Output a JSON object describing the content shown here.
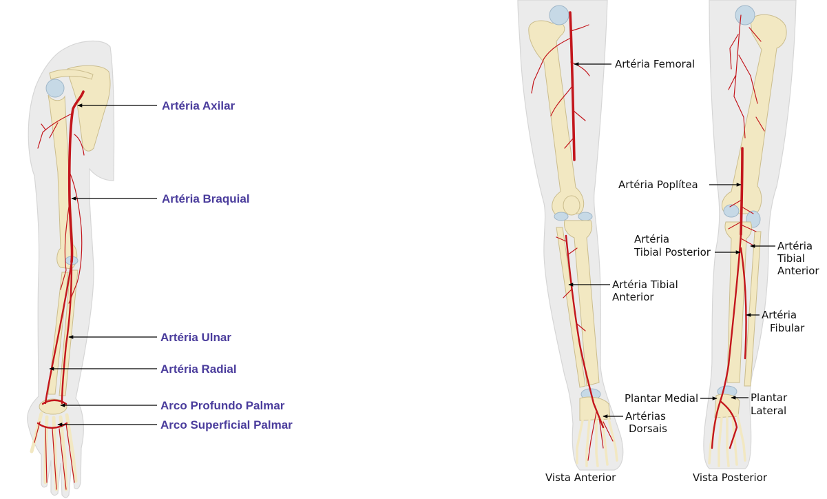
{
  "arm": {
    "axilar": "Artéria Axilar",
    "braquial": "Artéria Braquial",
    "ulnar": "Artéria Ulnar",
    "radial": "Artéria Radial",
    "arco_profundo": "Arco Profundo Palmar",
    "arco_superficial": "Arco Superficial Palmar"
  },
  "leg": {
    "femoral": "Artéria Femoral",
    "poplitea": "Artéria Poplítea",
    "tibial_posterior": [
      "Artéria",
      "Tibial Posterior"
    ],
    "tibial_anterior_front": [
      "Artéria Tibial",
      "Anterior"
    ],
    "tibial_anterior_back": [
      "Artéria",
      "Tibial",
      "Anterior"
    ],
    "fibular": [
      "Artéria",
      "Fibular"
    ],
    "plantar_medial": "Plantar Medial",
    "plantar_lateral": [
      "Plantar",
      "Lateral"
    ],
    "dorsais": [
      "Artérias",
      "Dorsais"
    ],
    "vista_anterior": "Vista Anterior",
    "vista_posterior": "Vista Posterior"
  },
  "colors": {
    "arm_label": "#4a3c9c",
    "artery": "#c3161c",
    "bone": "#f2e8c2",
    "skin": "#ebebeb",
    "cartilage": "#c6d9e6"
  }
}
